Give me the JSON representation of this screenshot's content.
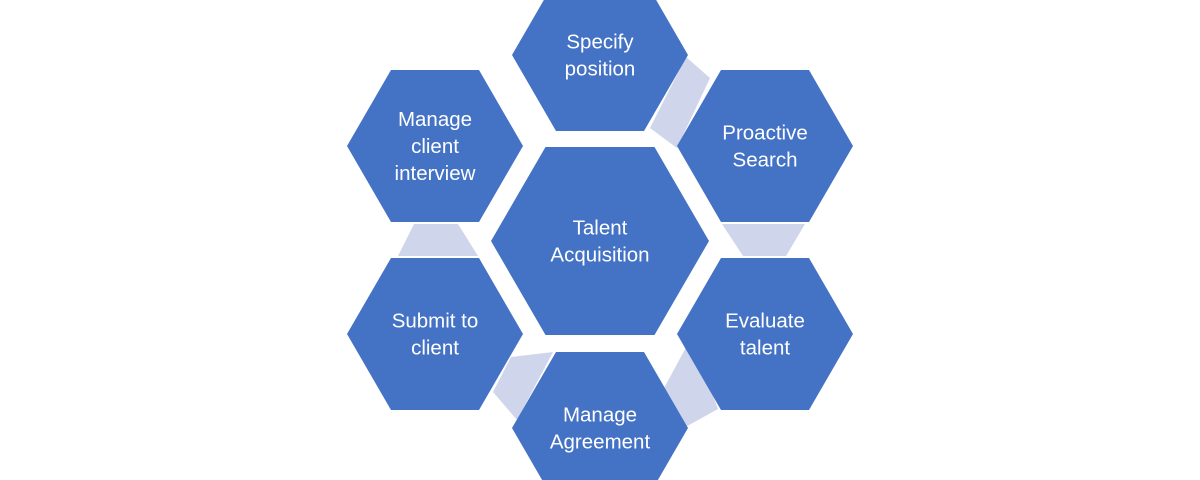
{
  "colors": {
    "hex_fill": "#4472C4",
    "connector_fill": "#CFD5EA",
    "text": "#FFFFFF",
    "background": "#FFFFFF"
  },
  "diagram": {
    "center": {
      "lines": [
        "Talent",
        "Acquisition"
      ]
    },
    "steps": [
      {
        "id": "specify-position",
        "lines": [
          "Specify",
          "position"
        ]
      },
      {
        "id": "proactive-search",
        "lines": [
          "Proactive",
          "Search"
        ]
      },
      {
        "id": "evaluate-talent",
        "lines": [
          "Evaluate",
          "talent"
        ]
      },
      {
        "id": "manage-agreement",
        "lines": [
          "Manage",
          "Agreement"
        ]
      },
      {
        "id": "submit-to-client",
        "lines": [
          "Submit to",
          "client"
        ]
      },
      {
        "id": "manage-client-interview",
        "lines": [
          "Manage",
          "client",
          "interview"
        ]
      }
    ]
  }
}
